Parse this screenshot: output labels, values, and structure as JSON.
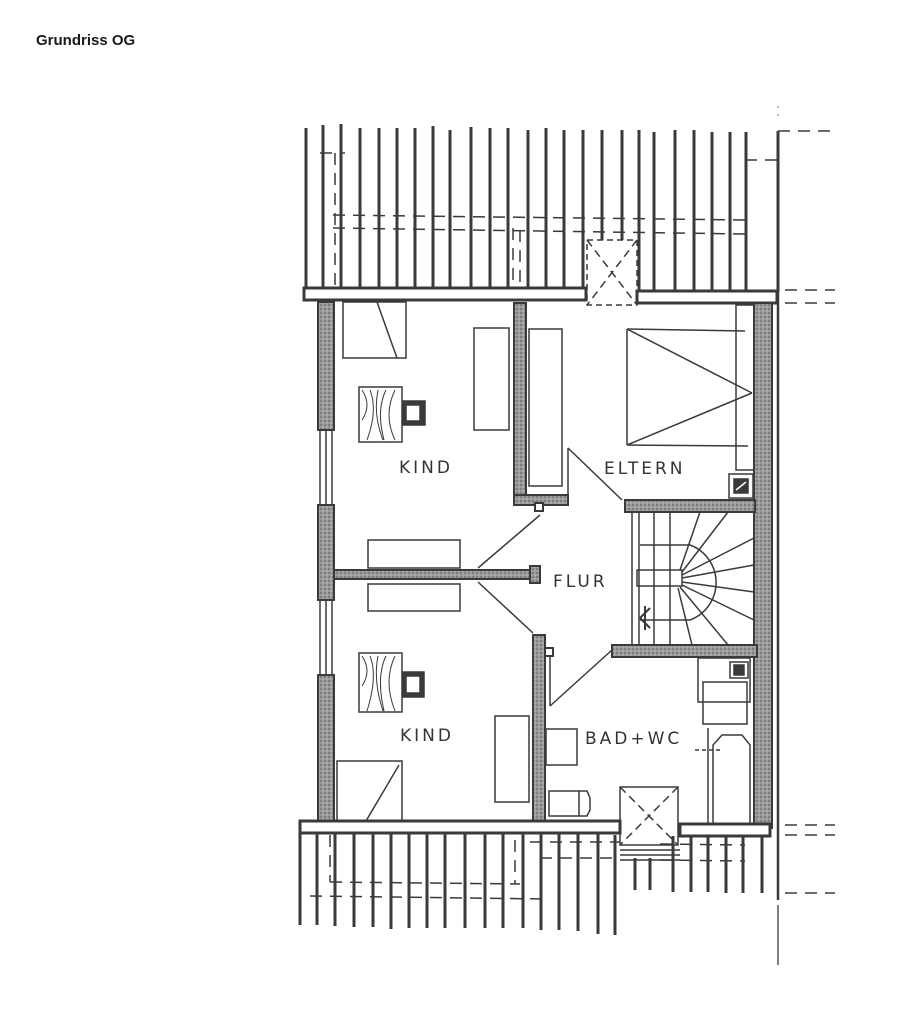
{
  "title": "Grundriss OG",
  "colors": {
    "line": "#3a3a3a",
    "wall_fill": "#8a8a8a",
    "background": "#ffffff"
  },
  "rooms": [
    {
      "id": "kind-top",
      "label": "KIND"
    },
    {
      "id": "eltern",
      "label": "ELTERN"
    },
    {
      "id": "flur",
      "label": "FLUR"
    },
    {
      "id": "kind-bottom",
      "label": "KIND"
    },
    {
      "id": "bad-wc",
      "label": "BAD+WC"
    }
  ],
  "elements": {
    "staircase": "winding staircase",
    "roof_windows": [
      "skylight-top",
      "skylight-bottom"
    ],
    "stair_direction_icon": "arrow-up-icon"
  }
}
